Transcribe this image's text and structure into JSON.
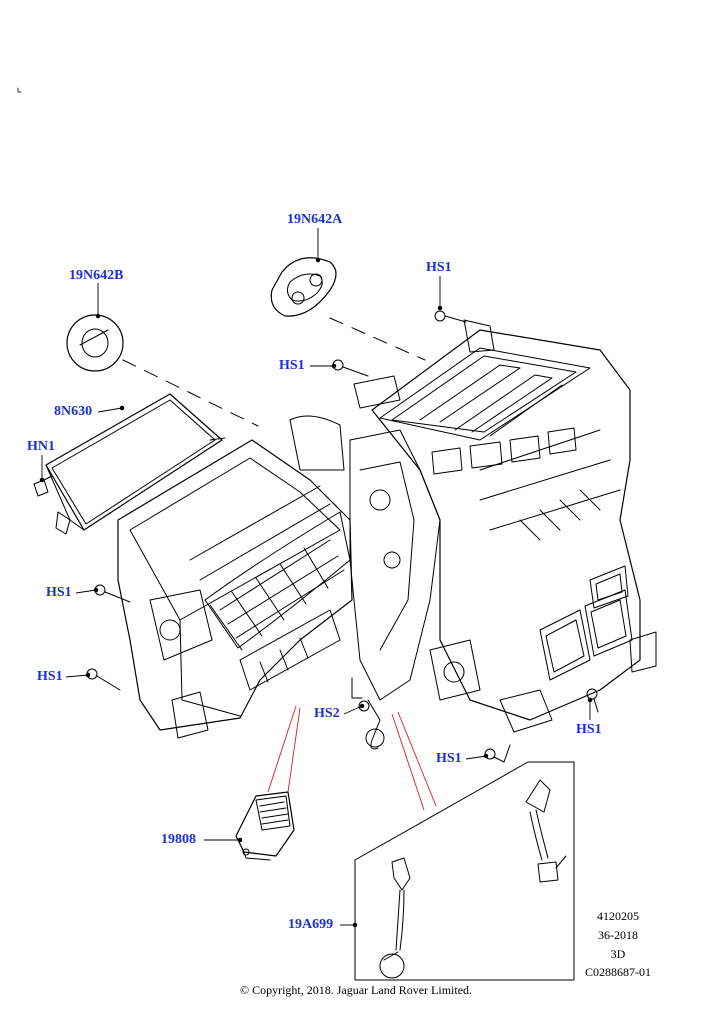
{
  "diagram": {
    "callouts": {
      "c_19n642a": "19N642A",
      "c_19n642b": "19N642B",
      "c_hs1_top": "HS1",
      "c_hs1_upper": "HS1",
      "c_8n630": "8N630",
      "c_hn1": "HN1",
      "c_hs1_left1": "HS1",
      "c_hs1_left2": "HS1",
      "c_hs2": "HS2",
      "c_hs1_right": "HS1",
      "c_hs1_bottom": "HS1",
      "c_19808": "19808",
      "c_19a699": "19A699"
    },
    "reference": {
      "code": "4120205",
      "date": "36-2018",
      "view": "3D",
      "image_code": "C0288687-01"
    },
    "copyright": "© Copyright, 2018. Jaguar Land Rover Limited.",
    "colors": {
      "callout": "#1a2fd6",
      "leader_red": "#d42020",
      "line": "#000000"
    }
  }
}
